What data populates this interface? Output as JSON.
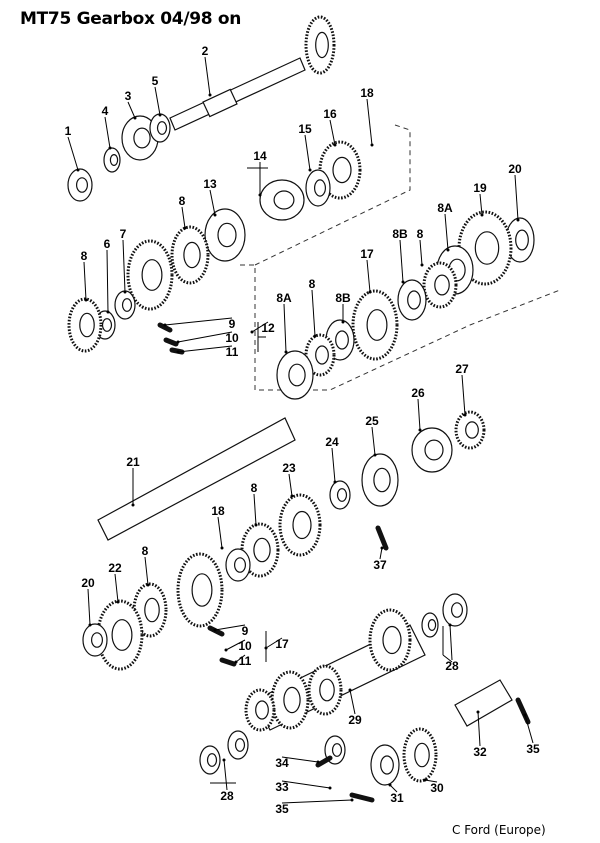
{
  "title": "MT75 Gearbox 04/98 on",
  "copyright": "C Ford (Europe)",
  "callouts": [
    "1",
    "2",
    "3",
    "4",
    "5",
    "18",
    "16",
    "15",
    "14",
    "13",
    "8",
    "20",
    "19",
    "8A",
    "8B",
    "8",
    "17",
    "8B",
    "8",
    "8A",
    "7",
    "6",
    "8",
    "9",
    "10",
    "11",
    "12",
    "21",
    "26",
    "27",
    "25",
    "24",
    "23",
    "8",
    "18",
    "37",
    "8",
    "22",
    "20",
    "9",
    "10",
    "11",
    "17",
    "28",
    "29",
    "32",
    "35",
    "34",
    "33",
    "35",
    "28",
    "31",
    "30"
  ]
}
